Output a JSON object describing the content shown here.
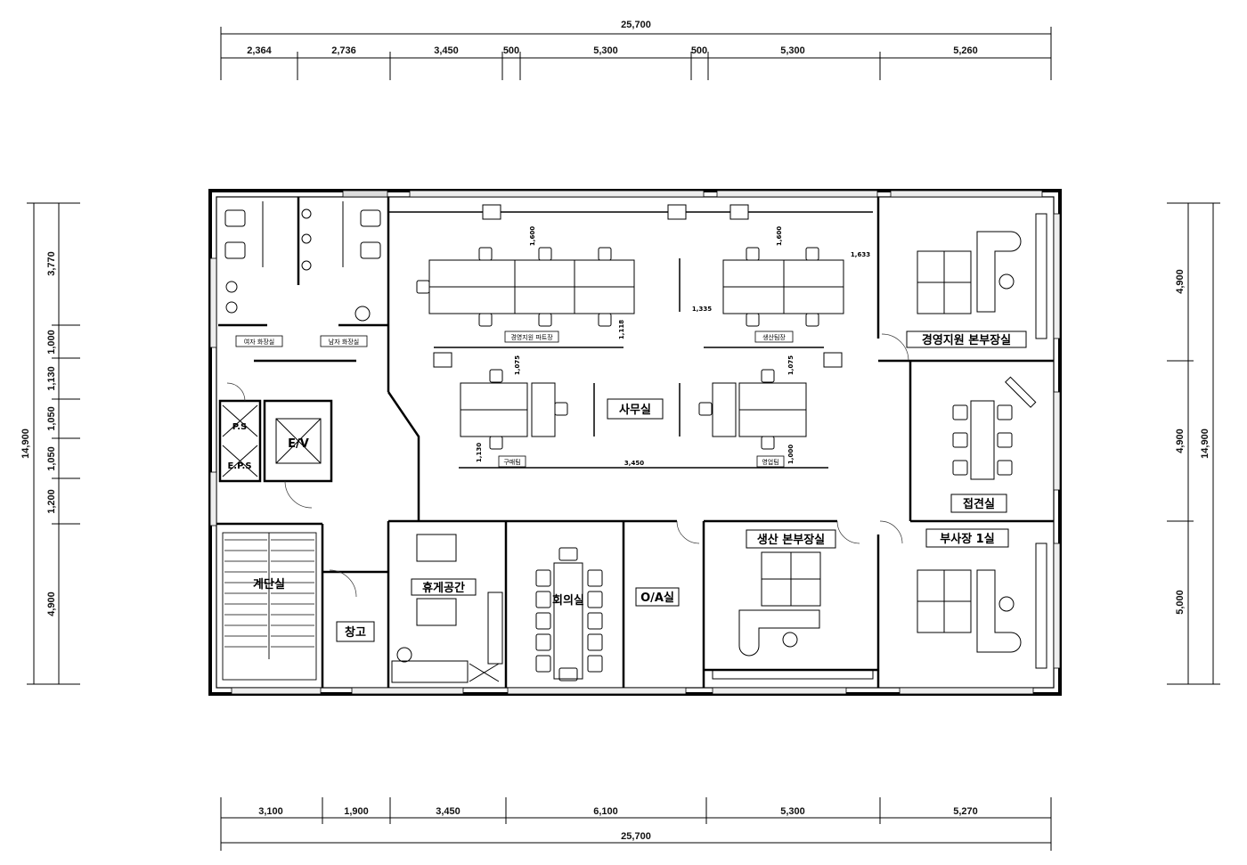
{
  "top_dimensions": {
    "total": "25,700",
    "segments": [
      "2,364",
      "2,736",
      "3,450",
      "500",
      "5,300",
      "500",
      "5,300",
      "5,260"
    ]
  },
  "bottom_dimensions": {
    "total": "25,700",
    "segments": [
      "3,100",
      "1,900",
      "3,450",
      "6,100",
      "5,300",
      "5,270"
    ]
  },
  "left_dimensions": {
    "total": "14,900",
    "segments": [
      "3,770",
      "1,000",
      "1,130",
      "1,050",
      "1,050",
      "1,200",
      "4,900"
    ]
  },
  "right_dimensions": {
    "total": "14,900",
    "segments": [
      "4,900",
      "4,900",
      "5,000"
    ]
  },
  "rooms": {
    "office": "사무실",
    "sales_support_director": "경영지원 본부장실",
    "meeting": "접견실",
    "vp_office": "부사장 1실",
    "production_director": "생산 본부장실",
    "lounge": "휴게공간",
    "conference": "회의실",
    "oa": "O/A실",
    "storage": "창고",
    "ev": "E/V",
    "ps1": "P.S",
    "ps2": "E.P.S",
    "stair": "계단실"
  },
  "inner_dimensions": {
    "d1": "1,600",
    "d2": "1,600",
    "d3": "1,633",
    "d4": "1,335",
    "d5": "1,118",
    "d6": "1,075",
    "d7": "1,075",
    "d8": "1,130",
    "d9": "3,450",
    "d10": "1,000"
  },
  "small_labels": {
    "toilet_w": "여자 화장실",
    "toilet_m": "남자 화장실",
    "team1": "경영지원 파트장",
    "team2": "생산팀장",
    "team3": "구매팀",
    "team4": "영업팀"
  }
}
